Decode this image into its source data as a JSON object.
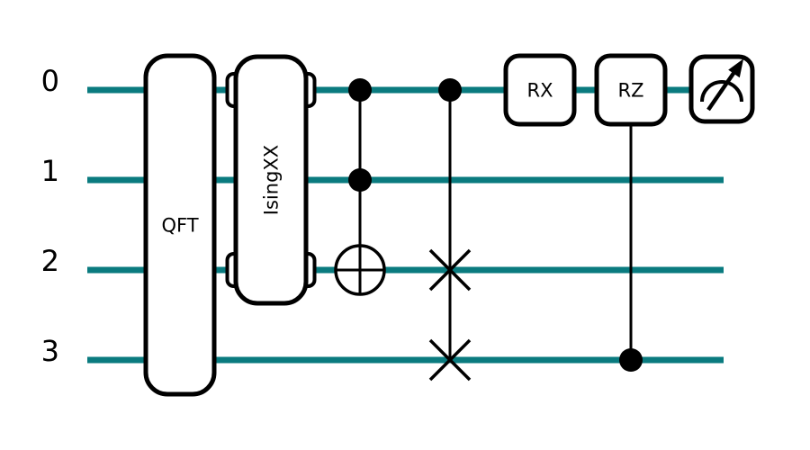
{
  "colors": {
    "wire": "#0a7b7f",
    "ink": "#000000",
    "background": "#ffffff",
    "gate_fill": "#ffffff"
  },
  "wire_labels": [
    "0",
    "1",
    "2",
    "3"
  ],
  "gates": {
    "qft": {
      "label": "QFT",
      "wires": [
        0,
        1,
        2,
        3
      ]
    },
    "isingxx": {
      "label": "IsingXX",
      "wires": [
        0,
        2
      ]
    },
    "toffoli": {
      "name": "Toffoli",
      "control_wires": [
        0,
        1
      ],
      "target_wire": 2
    },
    "cswap": {
      "name": "CSWAP",
      "control_wire": 0,
      "swap_wires": [
        2,
        3
      ]
    },
    "rx": {
      "label": "RX",
      "wire": 0
    },
    "crz": {
      "label": "RZ",
      "target_wire": 0,
      "control_wire": 3
    },
    "measurement": {
      "name": "measure",
      "wire": 0
    }
  }
}
